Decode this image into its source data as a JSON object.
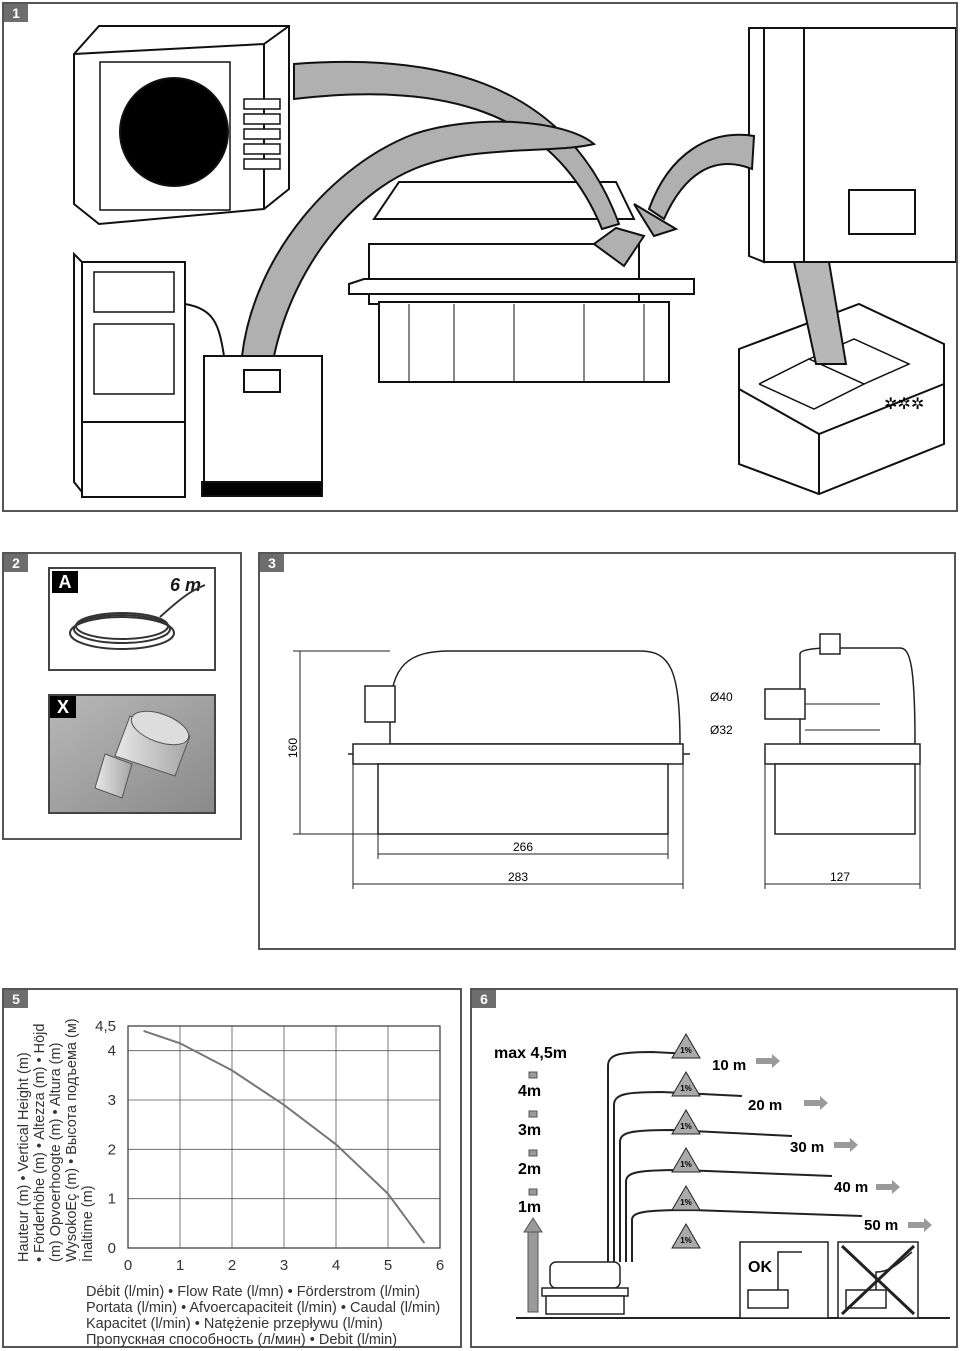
{
  "panels": {
    "p1": {
      "number": "1"
    },
    "p2": {
      "number": "2",
      "sub_a": {
        "letter": "A",
        "length": "6 m"
      },
      "sub_x": {
        "letter": "X"
      }
    },
    "p3": {
      "number": "3",
      "height": "160",
      "width_inner": "266",
      "width_outer": "283",
      "depth": "127",
      "dia_large": "Ø40",
      "dia_small": "Ø32"
    },
    "p5": {
      "number": "5",
      "ylabel_lines": [
        "Hauteur (m) • Vertical Height (m)",
        "• Förderhöhe (m) • Altezza (m) • Höjd",
        "(m) Opvoerhoogte (m) • Altura (m)",
        "WysokoEç (m) • Высота подъема (м)",
        "İnaltime (m)"
      ],
      "xlabel_lines": [
        "Débit (l/min) • Flow Rate (l/mn) • Förderstrom (l/min)",
        "Portata (l/min) • Afvoercapaciteit (l/min) • Caudal (l/min)",
        "Kapacitet (l/min) • Natężenie przepływu (l/min)",
        "Пропускная способность (л/мин) • Debit (l/min)"
      ]
    },
    "p6": {
      "number": "6",
      "heights": [
        "max 4,5m",
        "4m",
        "3m",
        "2m",
        "1m"
      ],
      "distances": [
        "10 m",
        "20 m",
        "30 m",
        "40 m",
        "50 m"
      ],
      "slope": "1%",
      "ok_label": "OK"
    }
  },
  "chart_data": {
    "type": "line",
    "xlabel": "Débit (l/min) • Flow Rate (l/mn) • Förderstrom (l/min) Portata (l/min) • Afvoercapaciteit (l/min) • Caudal (l/min) Kapacitet (l/min) • Natężenie przepływu (l/min) Пропускная способность (л/мин) • Debit (l/min)",
    "ylabel": "Hauteur (m) • Vertical Height (m) • Förderhöhe (m) • Altezza (m) • Höjd (m) Opvoerhoogte (m) • Altura (m) WysokoEç (m) • Высота подъема (м) İnaltime (m)",
    "xlim": [
      0,
      6
    ],
    "ylim": [
      0,
      4.5
    ],
    "xticks": [
      "0",
      "1",
      "2",
      "3",
      "4",
      "5",
      "6"
    ],
    "yticks": [
      "0",
      "1",
      "2",
      "3",
      "4",
      "4,5"
    ],
    "ytick_values": [
      0,
      1,
      2,
      3,
      4,
      4.5
    ],
    "grid": true,
    "series": [
      {
        "x": [
          0.3,
          1,
          2,
          3,
          4,
          5,
          5.7
        ],
        "y": [
          4.4,
          4.15,
          3.6,
          2.9,
          2.1,
          1.1,
          0.1
        ]
      }
    ]
  }
}
